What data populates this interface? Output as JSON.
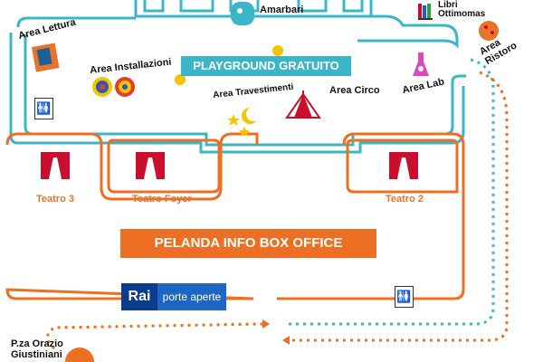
{
  "areas": {
    "lettura": "Area Lettura",
    "installazioni": "Area Installazioni",
    "amarbari": "Amarbari",
    "libri": "Libri",
    "ottimomas": "Ottimomas",
    "ristoro": "Area\nRistoro",
    "travestimenti": "Area Travestimenti",
    "circo": "Area Circo",
    "lab": "Area Lab"
  },
  "banners": {
    "playground": "PLAYGROUND GRATUITO",
    "infobox": "PELANDA INFO BOX OFFICE"
  },
  "teatri": {
    "t3": "Teatro 3",
    "foyer": "Teatro Foyer",
    "t2": "Teatro 2"
  },
  "sponsor": {
    "rai": "Rai",
    "porte": "porte aperte"
  },
  "location": {
    "piazza": "P.za Orazio\nGiustiniani"
  },
  "colors": {
    "playground_border": "#3bb6c8",
    "theater_border": "#ec6f23",
    "curtain": "#c8102e",
    "path_orange": "#ec6f23",
    "path_teal": "#3bb6c8"
  },
  "icons": [
    "restroom-icon",
    "book-icon",
    "target-icon",
    "tent-icon",
    "flask-icon",
    "pizza-icon",
    "moon-stars-icon",
    "curtain-icon"
  ]
}
